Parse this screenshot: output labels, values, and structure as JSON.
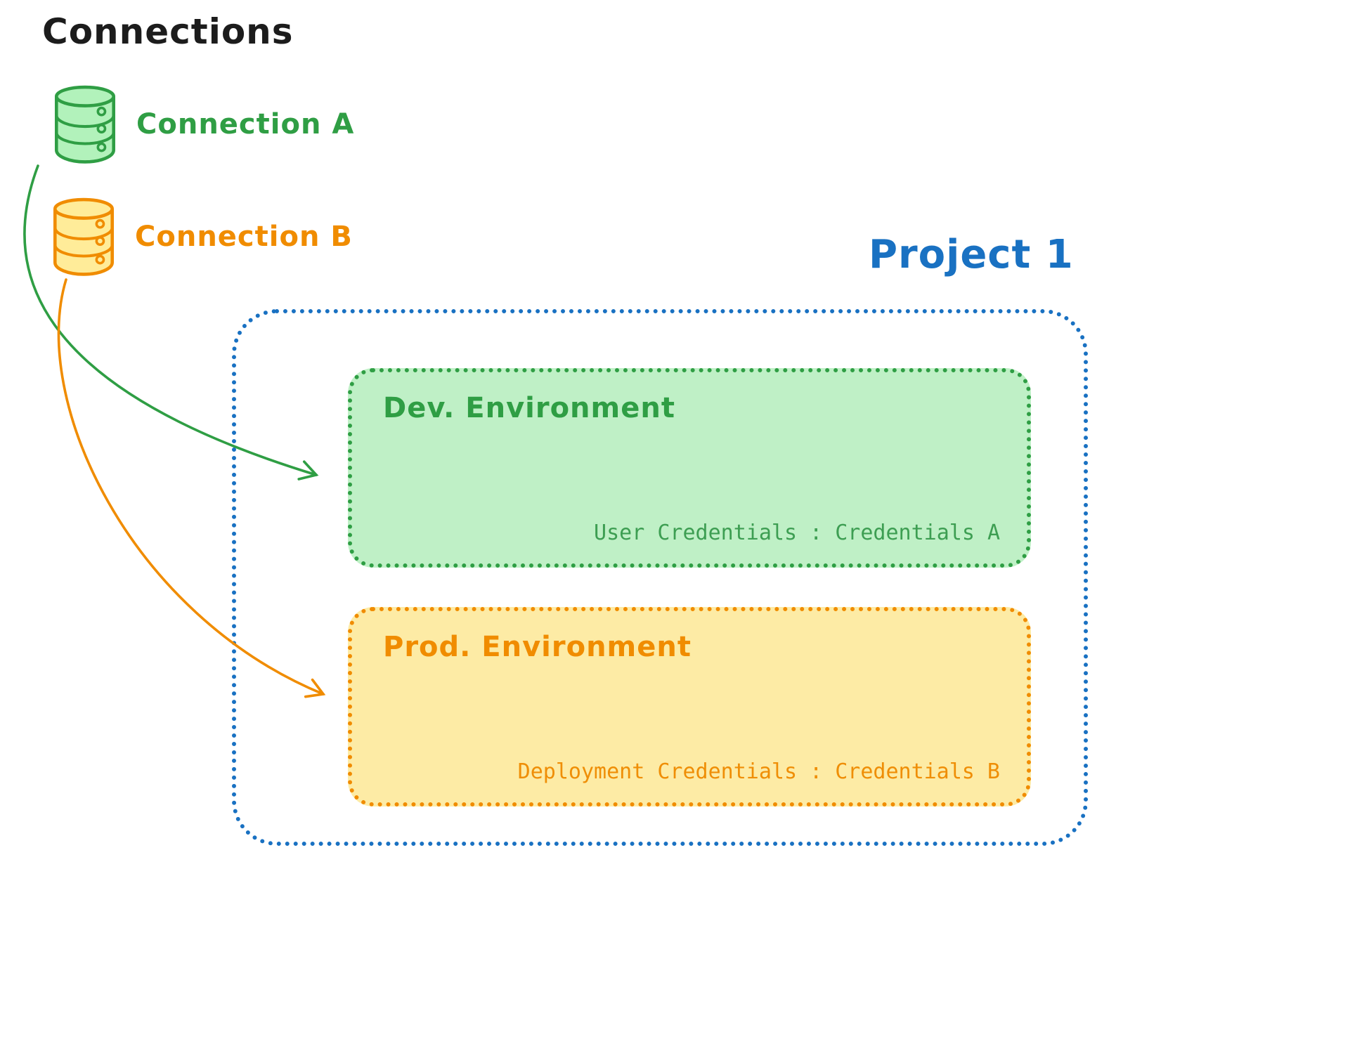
{
  "title": "Connections",
  "connections": [
    {
      "label": "Connection A",
      "color": "#2f9e44",
      "icon": "database-icon"
    },
    {
      "label": "Connection B",
      "color": "#f08c00",
      "icon": "database-icon"
    }
  ],
  "project": {
    "label": "Project 1",
    "color": "#1971c2",
    "environments": [
      {
        "title": "Dev. Environment",
        "credentials": "User Credentials : Credentials A",
        "color": "#2f9e44",
        "fill": "#b2f2bb"
      },
      {
        "title": "Prod. Environment",
        "credentials": "Deployment Credentials : Credentials B",
        "color": "#f08c00",
        "fill": "#ffec99"
      }
    ]
  },
  "arrows": [
    {
      "from": "Connection A",
      "to": "Dev. Environment",
      "color": "#2f9e44"
    },
    {
      "from": "Connection B",
      "to": "Prod. Environment",
      "color": "#f08c00"
    }
  ]
}
